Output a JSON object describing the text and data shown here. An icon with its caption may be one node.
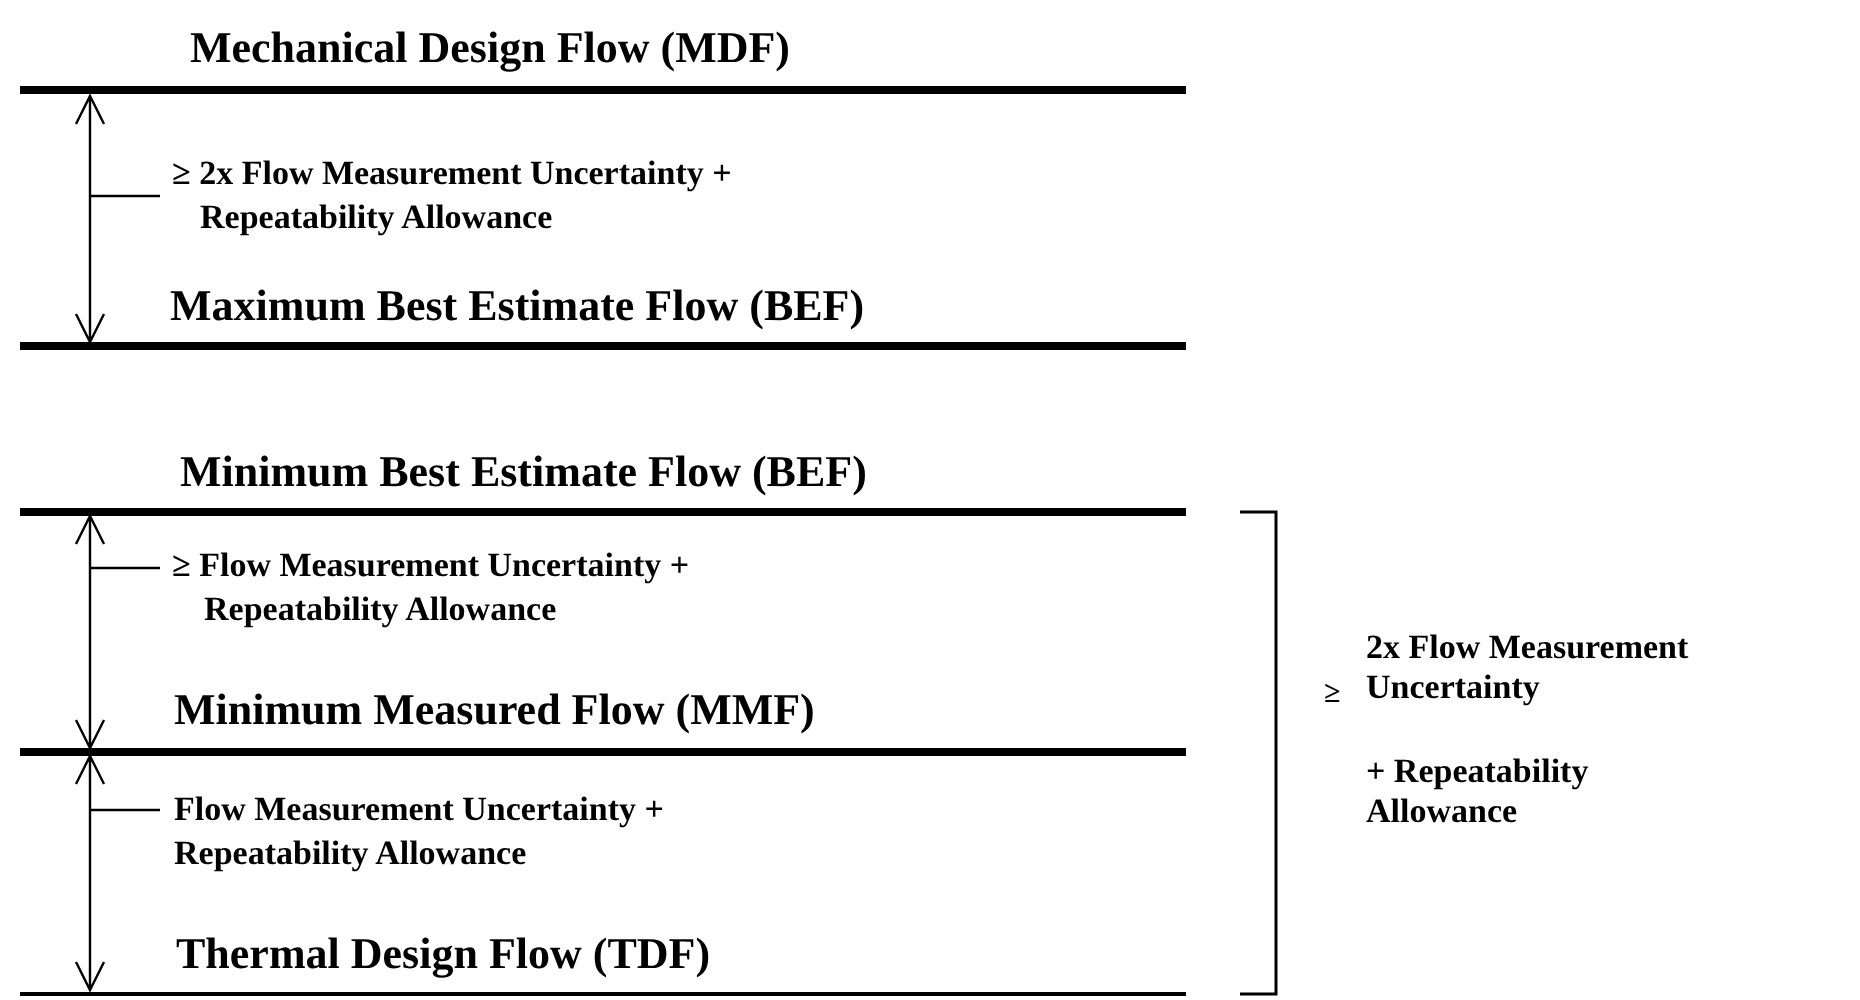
{
  "diagram": {
    "labels": [
      "Mechanical Design Flow (MDF)",
      "≥ 2x Flow Measurement Uncertainty + Repeatability Allowance",
      "Maximum Best Estimate Flow (BEF)",
      "Minimum Best Estimate Flow (BEF)",
      "≥ Flow Measurement Uncertainty + Repeatability Allowance",
      "Minimum Measured Flow (MMF)",
      "Flow Measurement Uncertainty + Repeatability Allowance",
      "Thermal Design Flow (TDF)",
      "≥",
      "2x Flow Measurement Uncertainty",
      "+ Repeatability Allowance"
    ]
  }
}
